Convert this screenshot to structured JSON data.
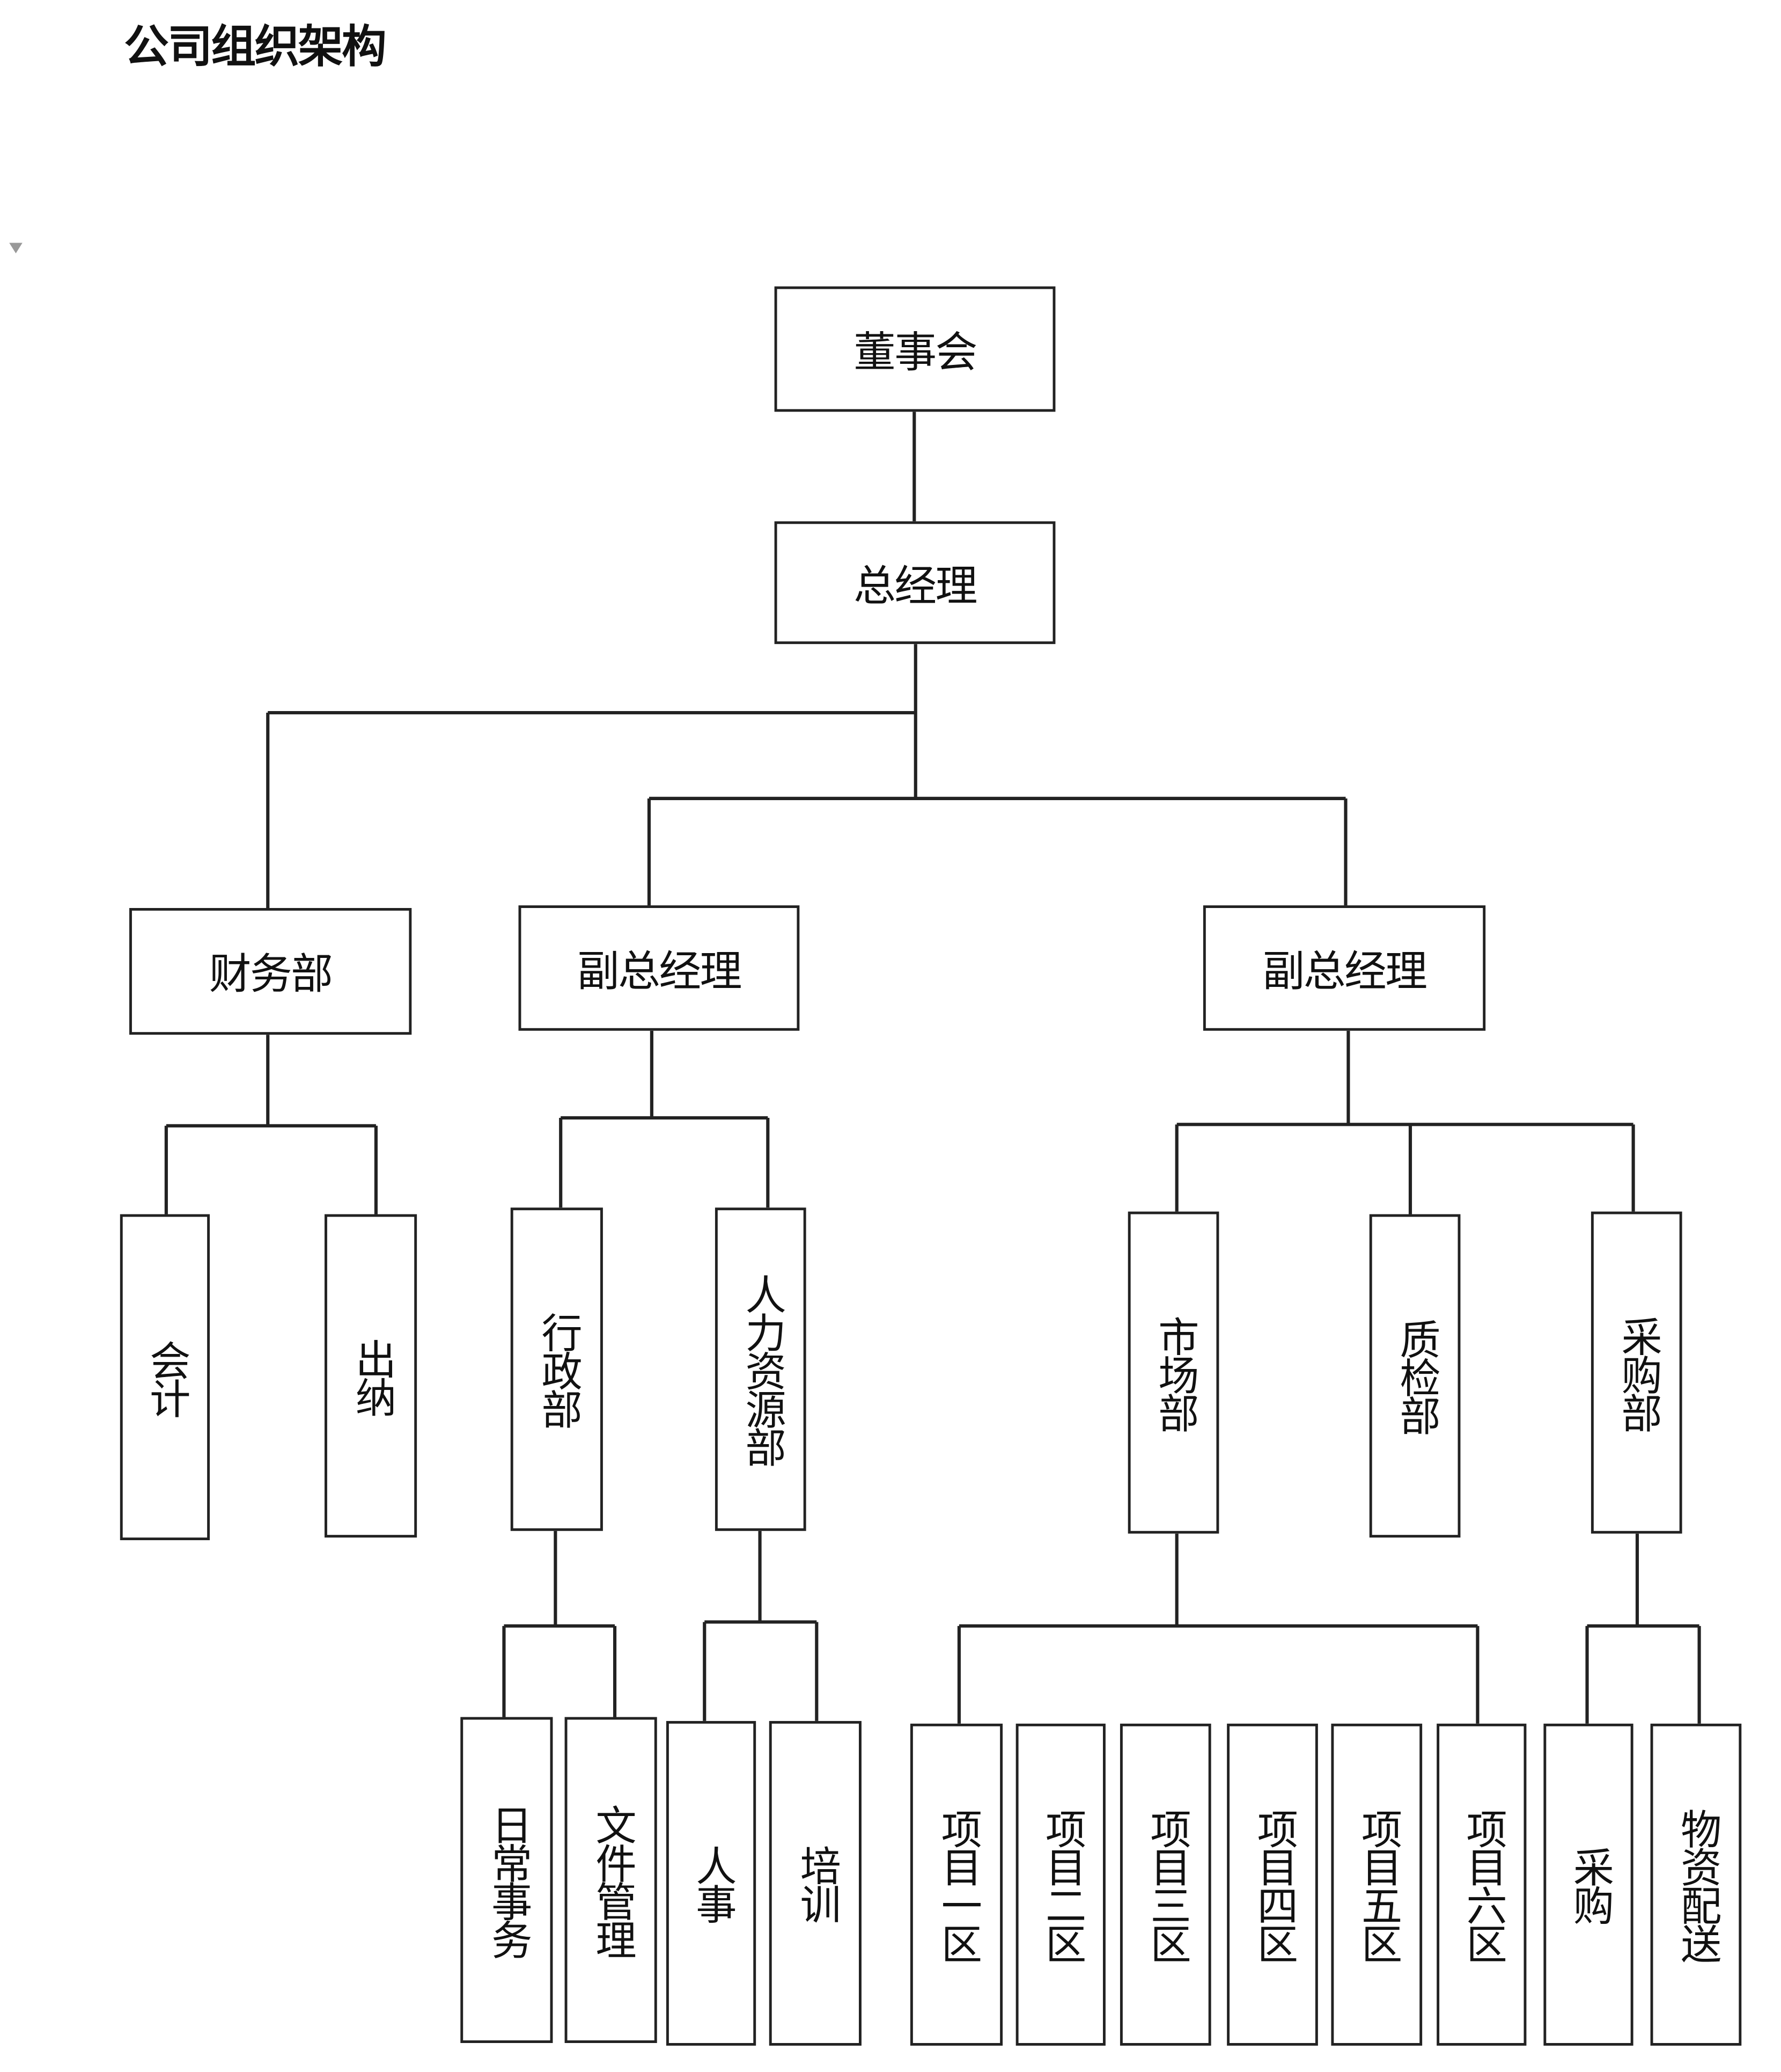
{
  "title": "公司组织架构",
  "nodes": {
    "board": "董事会",
    "general_manager": "总经理",
    "finance": "财务部",
    "vp_left": "副总经理",
    "vp_right": "副总经理",
    "accounting": "会计",
    "cashier": "出纳",
    "admin": "行政部",
    "hr": "人力资源部",
    "market": "市场部",
    "qc": "质检部",
    "purchasing_dept": "采购部",
    "daily_affairs": "日常事务",
    "file_management": "文件管理",
    "personnel": "人事",
    "training": "培训",
    "zones": [
      "项目一区",
      "项目二区",
      "项目三区",
      "项目四区",
      "项目五区",
      "项目六区"
    ],
    "purchase": "采购",
    "logistics": "物资配送"
  }
}
